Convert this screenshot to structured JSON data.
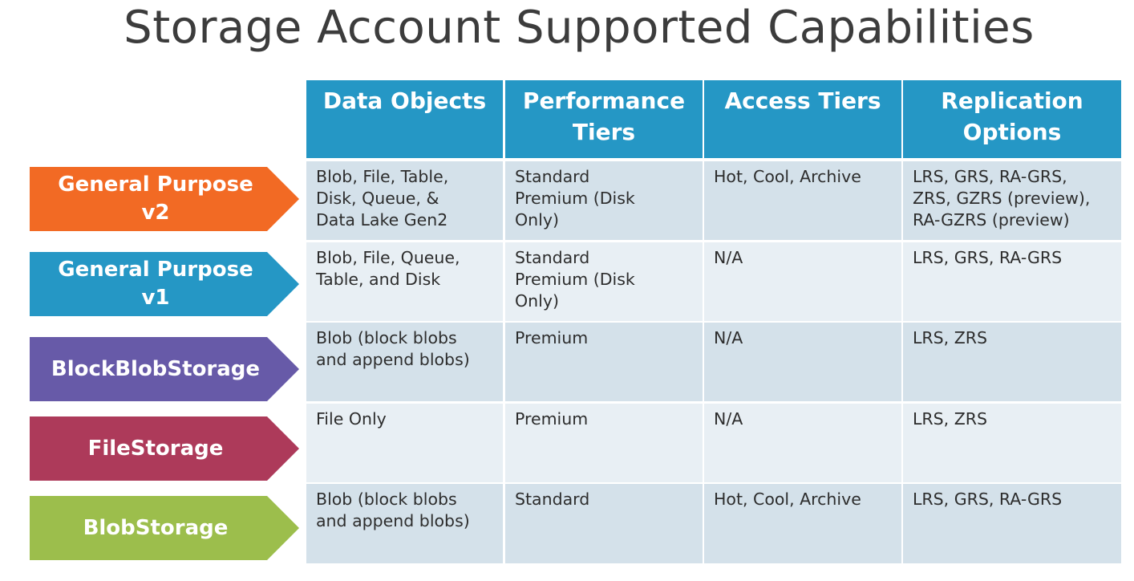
{
  "title": "Storage Account Supported Capabilities",
  "columns": [
    "Data Objects",
    "Performance\nTiers",
    "Access Tiers",
    "Replication\nOptions"
  ],
  "rows": [
    {
      "label": "General Purpose\nv2",
      "color": "#f26a24",
      "cells": [
        "Blob, File, Table,\nDisk, Queue, &\nData Lake Gen2",
        "Standard\nPremium (Disk\nOnly)",
        "Hot, Cool, Archive",
        "LRS, GRS, RA-GRS,\nZRS, GZRS (preview),\nRA-GZRS (preview)"
      ]
    },
    {
      "label": "General Purpose\nv1",
      "color": "#2597c5",
      "cells": [
        "Blob, File, Queue,\nTable, and Disk",
        "Standard\nPremium (Disk\nOnly)",
        "N/A",
        "LRS, GRS, RA-GRS"
      ]
    },
    {
      "label": "BlockBlobStorage",
      "color": "#675aa8",
      "cells": [
        "Blob (block blobs\nand append blobs)",
        "Premium",
        "N/A",
        "LRS, ZRS"
      ]
    },
    {
      "label": "FileStorage",
      "color": "#ad3a5a",
      "cells": [
        "File Only",
        "Premium",
        "N/A",
        "LRS, ZRS"
      ]
    },
    {
      "label": "BlobStorage",
      "color": "#9cbe4c",
      "cells": [
        "Blob (block blobs\nand append blobs)",
        "Standard",
        "Hot, Cool, Archive",
        "LRS, GRS, RA-GRS"
      ]
    }
  ]
}
